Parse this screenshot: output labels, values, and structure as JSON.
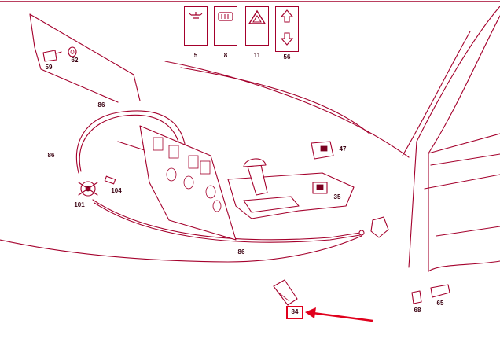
{
  "switches": [
    {
      "name": "switch-5",
      "icon": "lamp-icon",
      "callout": "5"
    },
    {
      "name": "switch-8",
      "icon": "rear-defroster-icon",
      "callout": "8"
    },
    {
      "name": "switch-11",
      "icon": "hazard-triangle-icon",
      "callout": "11"
    },
    {
      "name": "switch-56",
      "icon": "up-down-arrows-icon",
      "callout": "56"
    }
  ],
  "callouts": [
    {
      "id": "59",
      "text": "59"
    },
    {
      "id": "62",
      "text": "62"
    },
    {
      "id": "86a",
      "text": "86"
    },
    {
      "id": "86b",
      "text": "86"
    },
    {
      "id": "104",
      "text": "104"
    },
    {
      "id": "101",
      "text": "101"
    },
    {
      "id": "47",
      "text": "47"
    },
    {
      "id": "35",
      "text": "35"
    },
    {
      "id": "86c",
      "text": "86"
    },
    {
      "id": "65",
      "text": "65"
    },
    {
      "id": "68",
      "text": "68"
    },
    {
      "id": "84",
      "text": "84"
    }
  ],
  "highlight": {
    "callout": "84",
    "color": "#e0001c"
  },
  "colors": {
    "line": "#a4002c",
    "frame": "#a4002c",
    "highlight": "#e0001c",
    "background": "#ffffff"
  }
}
